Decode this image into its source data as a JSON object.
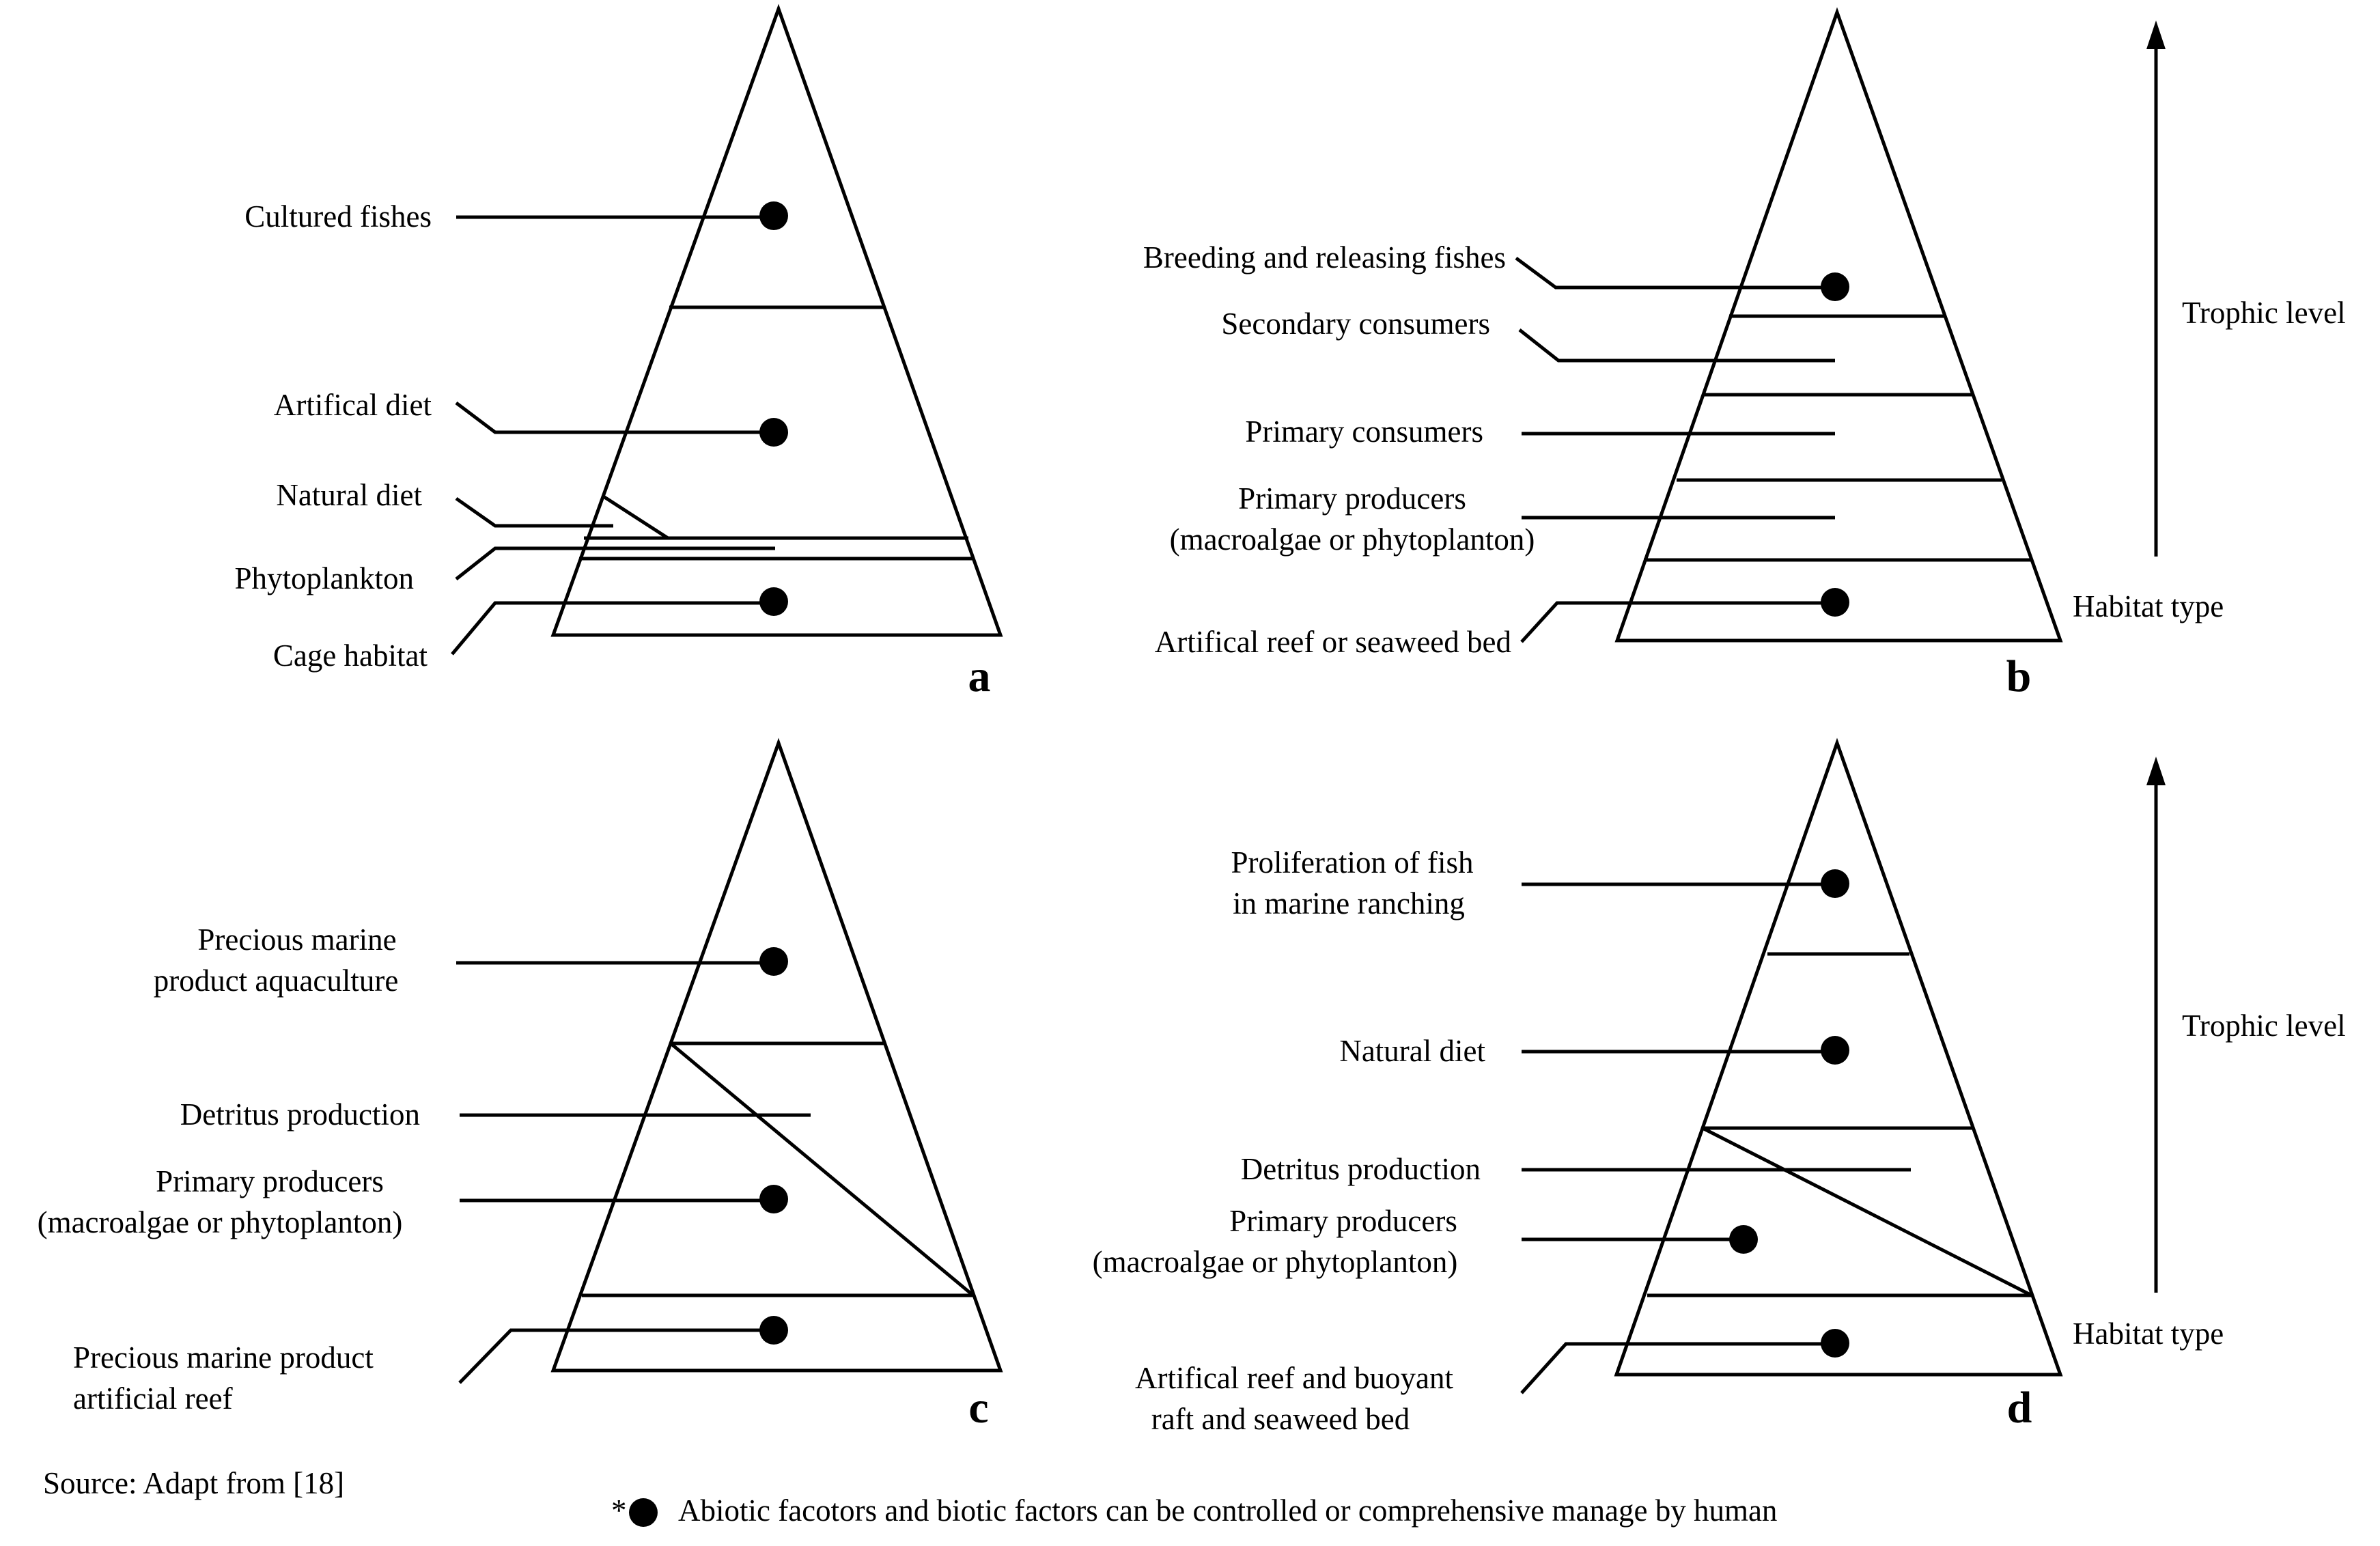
{
  "panels": {
    "a": {
      "letter": "a",
      "labels": {
        "cultured_fishes": "Cultured fishes",
        "artificial_diet": "Artifical diet",
        "natural_diet": "Natural diet",
        "phytoplankton": "Phytoplankton",
        "cage_habitat": "Cage habitat"
      }
    },
    "b": {
      "letter": "b",
      "labels": {
        "breeding": "Breeding and releasing fishes",
        "secondary": "Secondary consumers",
        "primary_consumers": "Primary consumers",
        "producers_1": "Primary producers",
        "producers_2": "(macroalgae or phytoplanton)",
        "reef": "Artifical reef or seaweed bed"
      },
      "side": {
        "top": "Trophic level",
        "bottom": "Habitat type"
      }
    },
    "c": {
      "letter": "c",
      "labels": {
        "aquaculture_1": "Precious marine",
        "aquaculture_2": "product aquaculture",
        "detritus": "Detritus production",
        "producers_1": "Primary producers",
        "producers_2": "(macroalgae or phytoplanton)",
        "reef_1": "Precious marine product",
        "reef_2": "artificial reef"
      }
    },
    "d": {
      "letter": "d",
      "labels": {
        "proliferation_1": "Proliferation of fish",
        "proliferation_2": "in marine ranching",
        "natural_diet": "Natural diet",
        "detritus": "Detritus production",
        "producers_1": "Primary producers",
        "producers_2": "(macroalgae or phytoplanton)",
        "reef_1": "Artifical reef and buoyant",
        "reef_2": "raft and seaweed bed"
      },
      "side": {
        "top": "Trophic level",
        "bottom": "Habitat type"
      }
    }
  },
  "footer": {
    "source": "Source: Adapt from [18]",
    "legend_asterisk": "*",
    "legend_text": "Abiotic facotors and biotic factors can be controlled or comprehensive manage by human"
  }
}
